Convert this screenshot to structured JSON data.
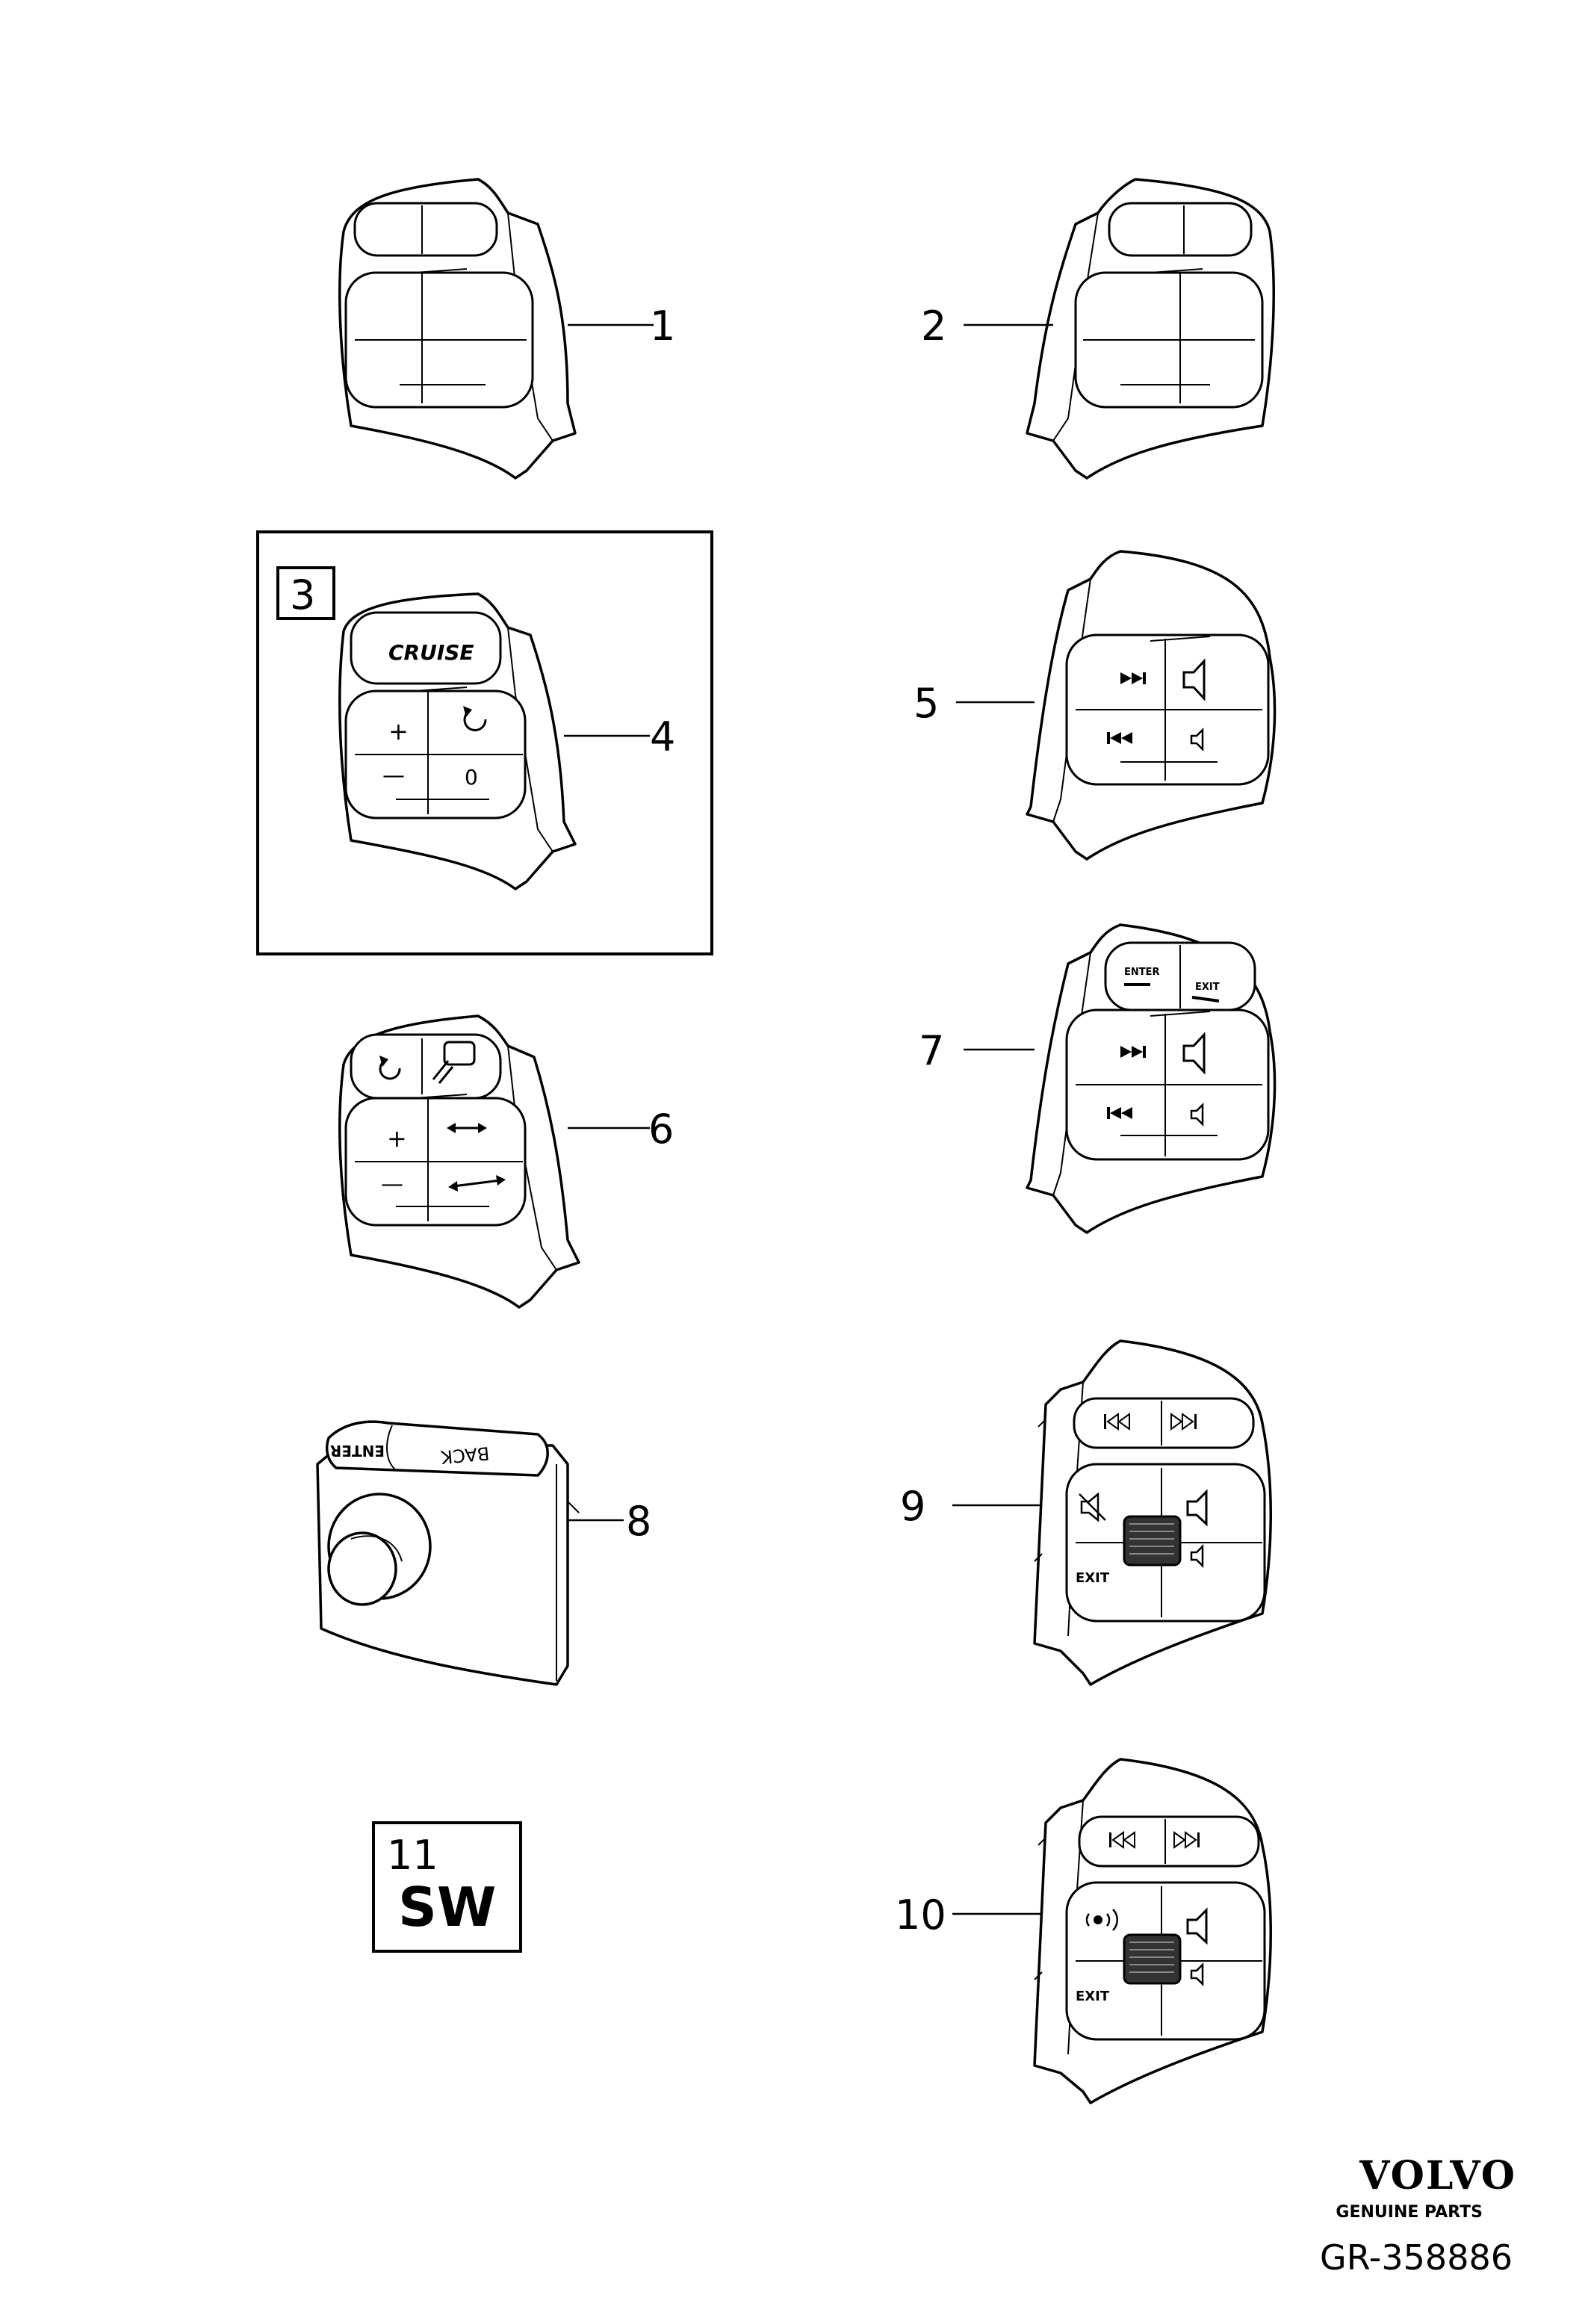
{
  "diagram": {
    "callouts": {
      "c1": "1",
      "c2": "2",
      "c3": "3",
      "c4": "4",
      "c5": "5",
      "c6": "6",
      "c7": "7",
      "c8": "8",
      "c9": "9",
      "c10": "10",
      "c11": "11"
    },
    "button_labels": {
      "cruise": "CRUISE",
      "plus": "+",
      "minus": "—",
      "zero": "0",
      "enter": "ENTER",
      "exit": "EXIT",
      "back": "BACK",
      "exit_caps": "EXIT"
    },
    "sw_label": "SW",
    "brand": {
      "name": "VOLVO",
      "tagline": "GENUINE PARTS"
    },
    "drawing_number": "GR-358886"
  }
}
